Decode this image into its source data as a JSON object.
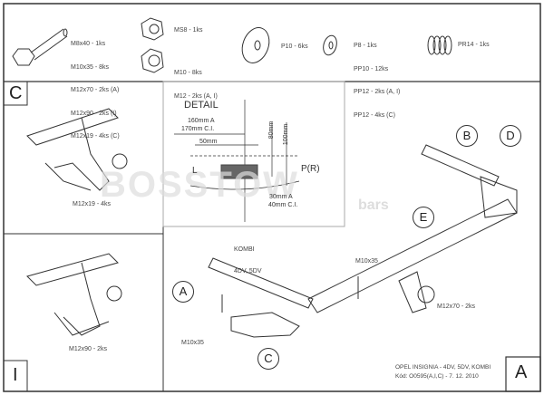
{
  "parts": {
    "bolts": [
      "M8x40 - 1ks",
      "M10x35 - 8ks",
      "M12x70 - 2ks (A)",
      "M12x90 - 2ks (I)",
      "M12x19 - 4ks (C)"
    ],
    "nut_top": "MS8 - 1ks",
    "nuts": [
      "M10 - 8ks",
      "M12 - 2ks (A, I)"
    ],
    "washer_big": "P10 - 6ks",
    "washers": [
      "P8 - 1ks",
      "PP10 - 12ks",
      "PP12 - 2ks (A, I)",
      "PP12 - 4ks (C)"
    ],
    "spring": "PR14 - 1ks"
  },
  "panels": {
    "c_label": "C",
    "i_label": "I",
    "a_label": "A"
  },
  "panel_c": {
    "bolt": "M12x19 - 4ks"
  },
  "panel_i": {
    "bolt": "M12x90 - 2ks"
  },
  "detail": {
    "title": "DETAIL",
    "dim1": "160mm A",
    "dim2": "170mm C.I.",
    "dim3": "50mm",
    "dim4": "80mm",
    "dim5": "100mm",
    "left": "L",
    "right": "P(R)",
    "dim6": "30mm A",
    "dim7": "40mm C.I."
  },
  "main": {
    "circles": {
      "b": "B",
      "d": "D",
      "e": "E",
      "a": "A",
      "c": "C"
    },
    "kombi": "KOMBI",
    "variants": "4DV, 5DV",
    "bolt_top": "M10x35",
    "bolt_left": "M10x35",
    "bolt_right": "M12x70 - 2ks"
  },
  "watermark": {
    "brand": "BOSSTOW",
    "suffix": "bars"
  },
  "footer": {
    "title": "OPEL INSIGNIA - 4DV, 5DV, KOMBI",
    "code": "Kód: O0595(A,I,C) - 7. 12. 2010"
  }
}
